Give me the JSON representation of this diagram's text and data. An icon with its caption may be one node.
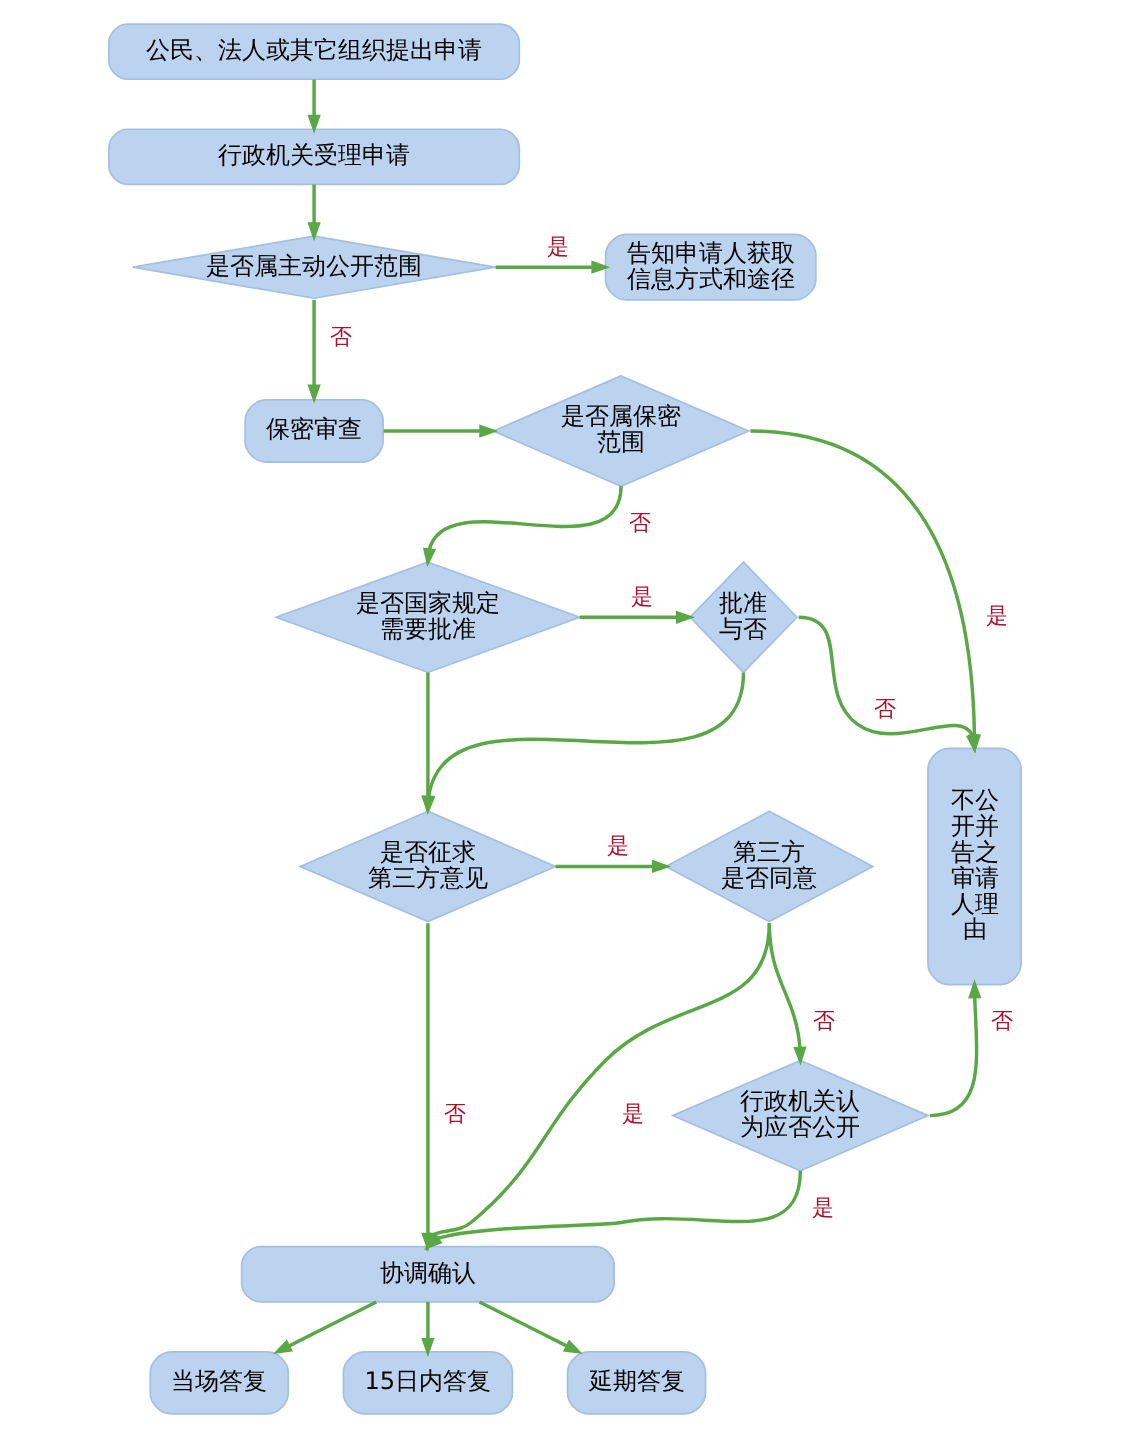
{
  "diagram": {
    "nodes": [
      {
        "text": [
          "公民、法人或其它组织提出申请"
        ]
      },
      {
        "text": [
          "行政机关受理申请"
        ]
      },
      {
        "text": [
          "是否属主动公开范围"
        ]
      },
      {
        "text": [
          "告知申请人获取信息方式和途径"
        ]
      },
      {
        "text": [
          "保密审查"
        ]
      },
      {
        "text": [
          "是否属保密范围"
        ]
      },
      {
        "text": [
          "不公开并告之审请人理由"
        ]
      },
      {
        "text": [
          "是否国家规定需要批准"
        ]
      },
      {
        "text": [
          "批准与否"
        ]
      },
      {
        "text": [
          "是否征求第三方意见"
        ]
      },
      {
        "text": [
          "第三方是否同意"
        ]
      },
      {
        "text": [
          "行政机关认为应否公开"
        ]
      },
      {
        "text": [
          "协调确认"
        ]
      },
      {
        "text": [
          "当场答复"
        ]
      },
      {
        "text": [
          "15日内答复"
        ]
      },
      {
        "text": [
          "延期答复"
        ]
      }
    ],
    "edges": [
      {
        "from": 0,
        "to": 1,
        "arrow": "to"
      },
      {
        "from": 1,
        "to": 2,
        "arrow": "to"
      },
      {
        "from": 2,
        "to": 3,
        "arrow": "to",
        "label": "是"
      },
      {
        "from": 2,
        "to": 4,
        "arrow": "to",
        "label": "否"
      },
      {
        "from": 4,
        "to": 5,
        "arrow": "to"
      },
      {
        "from": 5,
        "to": 6,
        "arrow": "to",
        "label": "是"
      },
      {
        "from": 5,
        "to": 7,
        "arrow": "to",
        "label": "否"
      },
      {
        "from": 7,
        "to": 8,
        "arrow": "to",
        "label": "是"
      },
      {
        "from": 8,
        "to": 6,
        "arrow": "to",
        "label": "否"
      },
      {
        "from": 7,
        "to": 9,
        "arrow": "to"
      },
      {
        "from": 8,
        "to": 9,
        "arrow": "to"
      },
      {
        "from": 9,
        "to": 10,
        "arrow": "to",
        "label": "是"
      },
      {
        "from": 9,
        "to": 12,
        "arrow": "to",
        "label": "否"
      },
      {
        "from": 10,
        "to": 12,
        "arrow": "to",
        "label": "是"
      },
      {
        "from": 10,
        "to": 11,
        "arrow": "to",
        "label": "否"
      },
      {
        "from": 11,
        "to": 6,
        "arrow": "to",
        "label": "否"
      },
      {
        "from": 11,
        "to": 12,
        "arrow": "to",
        "label": "是"
      },
      {
        "from": 12,
        "to": 13,
        "arrow": "to"
      },
      {
        "from": 12,
        "to": 14,
        "arrow": "to"
      },
      {
        "from": 12,
        "to": 15,
        "arrow": "to"
      }
    ]
  }
}
